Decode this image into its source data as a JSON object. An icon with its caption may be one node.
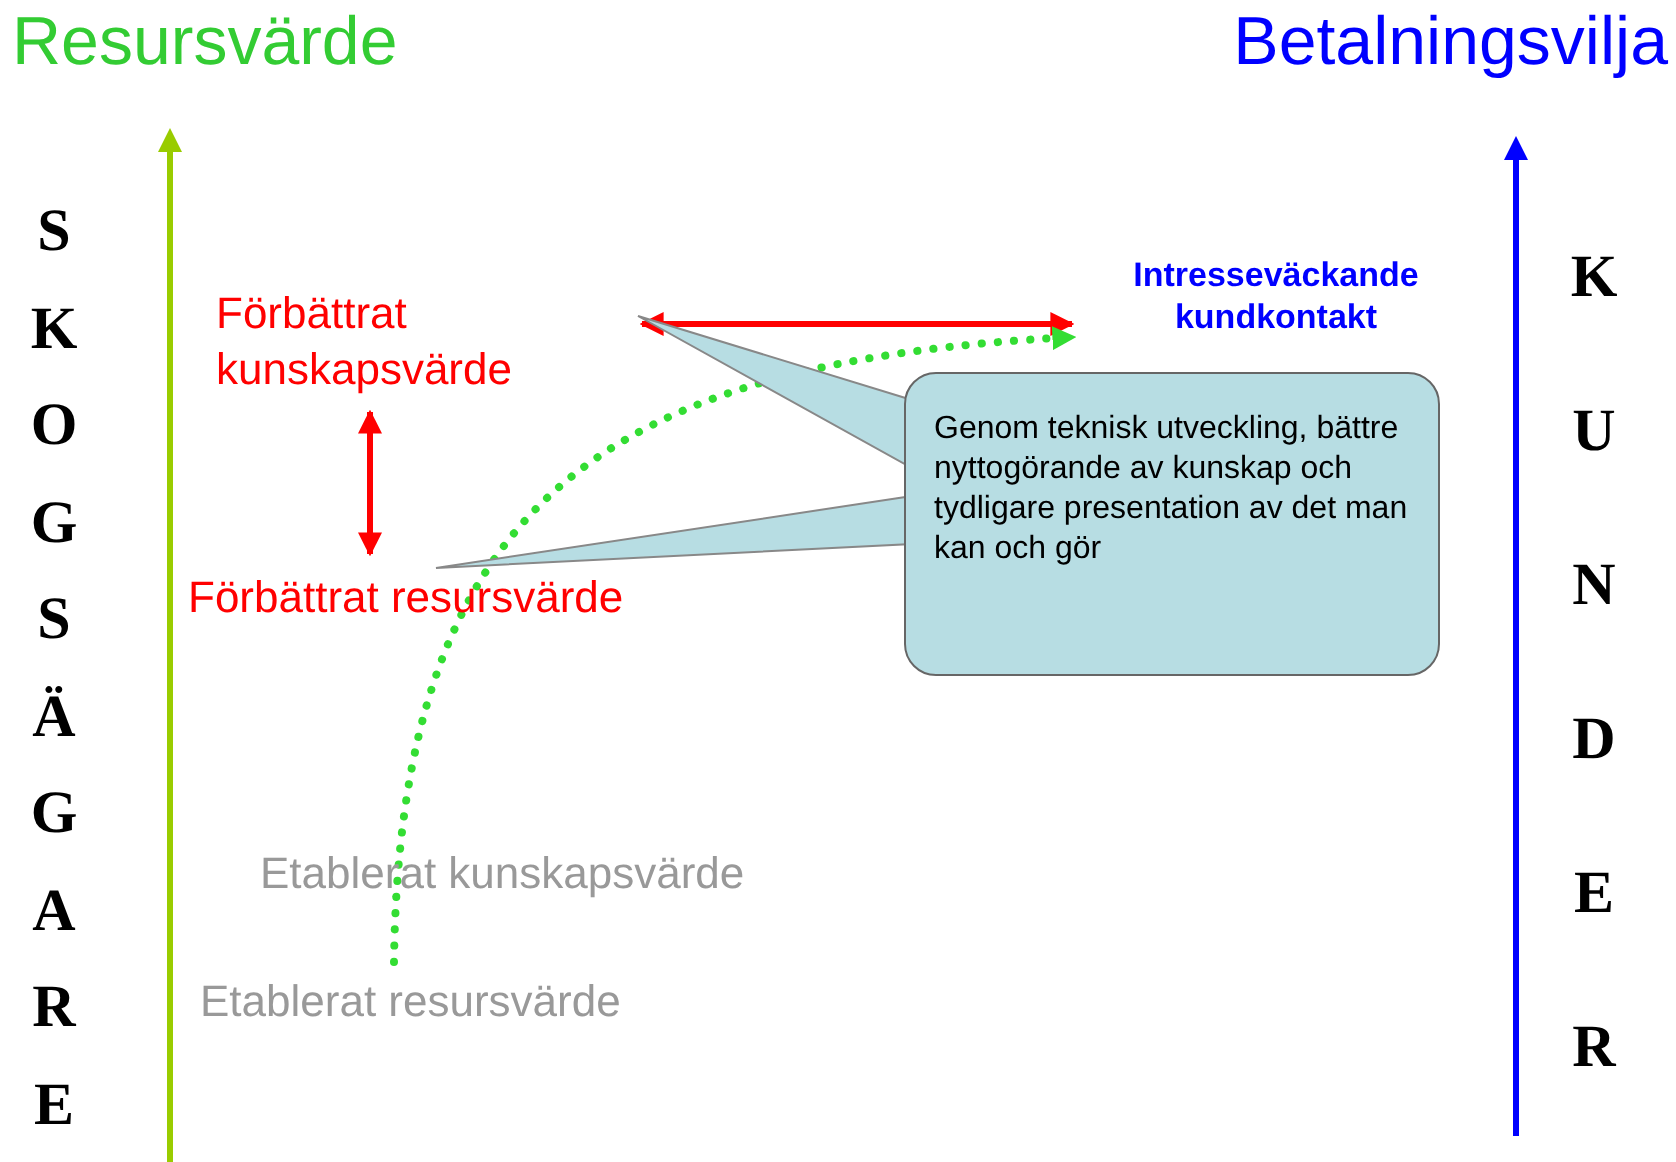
{
  "diagram": {
    "nodes": [
      {
        "text": [
          "Förbättrat kunskapsvärde"
        ]
      },
      {
        "text": [
          "Förbättrat resursvärde"
        ]
      },
      {
        "text": [
          "Intresseväckande kundkontakt"
        ]
      },
      {
        "text": [
          "Genom teknisk utveckling, bättre nyttogörande av kunskap och tydligare presentation av det man kan och gör"
        ]
      },
      {
        "text": [
          "Etablerat kunskapsvärde"
        ]
      },
      {
        "text": [
          "Etablerat resursvärde"
        ]
      }
    ],
    "edges": [
      {
        "from": 0,
        "to": 1,
        "arrow": "both",
        "color": "#ff0000"
      },
      {
        "from": 0,
        "to": 2,
        "arrow": "both",
        "color": "#ff0000"
      },
      {
        "from": 5,
        "to": 2,
        "arrow": "to",
        "style": "dashed",
        "color": "#33dd33"
      },
      {
        "from": 3,
        "to": 0,
        "arrow": "none",
        "color": "#b7dde3"
      },
      {
        "from": 3,
        "to": 1,
        "arrow": "none",
        "color": "#b7dde3"
      }
    ],
    "labels": [
      "Resursvärde",
      "Betalningsvilja",
      "SKOGSÄGARE",
      "KUNDER"
    ]
  }
}
